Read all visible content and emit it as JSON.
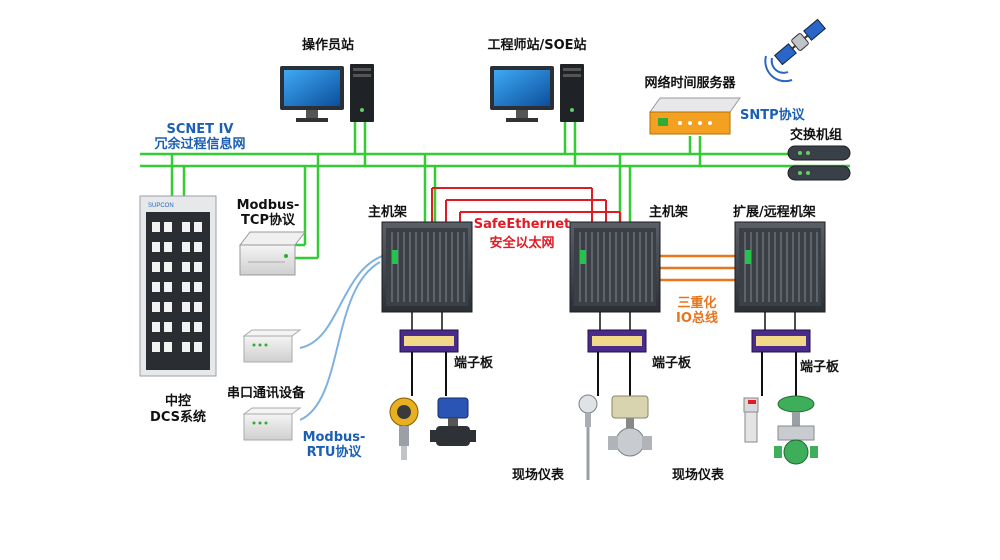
{
  "labels": {
    "operator_station": "操作员站",
    "engineer_station": "工程师站/SOE站",
    "time_server": "网络时间服务器",
    "sntp": "SNTP协议",
    "scnet_line1": "SCNET IV",
    "scnet_line2": "冗余过程信息网",
    "switch_group": "交换机组",
    "modbus_tcp_line1": "Modbus-",
    "modbus_tcp_line2": "TCP协议",
    "main_rack_left": "主机架",
    "main_rack_right": "主机架",
    "ext_rack": "扩展/远程机架",
    "safe_ethernet": "SafeEthernet",
    "safe_ethernet_cn": "安全以太网",
    "triple_io_line1": "三重化",
    "triple_io_line2": "IO总线",
    "terminal_board_1": "端子板",
    "terminal_board_2": "端子板",
    "terminal_board_3": "端子板",
    "serial_device": "串口通讯设备",
    "modbus_rtu_line1": "Modbus-",
    "modbus_rtu_line2": "RTU协议",
    "field_instruments_1": "现场仪表",
    "field_instruments_2": "现场仪表",
    "dcs_line1": "中控",
    "dcs_line2": "DCS系统",
    "cabinet_brand": "SUPCON"
  },
  "colors": {
    "network_green": "#33cc33",
    "safe_red": "#e01b24",
    "io_orange": "#e8741c",
    "serial_blue": "#7fb2e0",
    "label_blue": "#1a5fb4"
  }
}
